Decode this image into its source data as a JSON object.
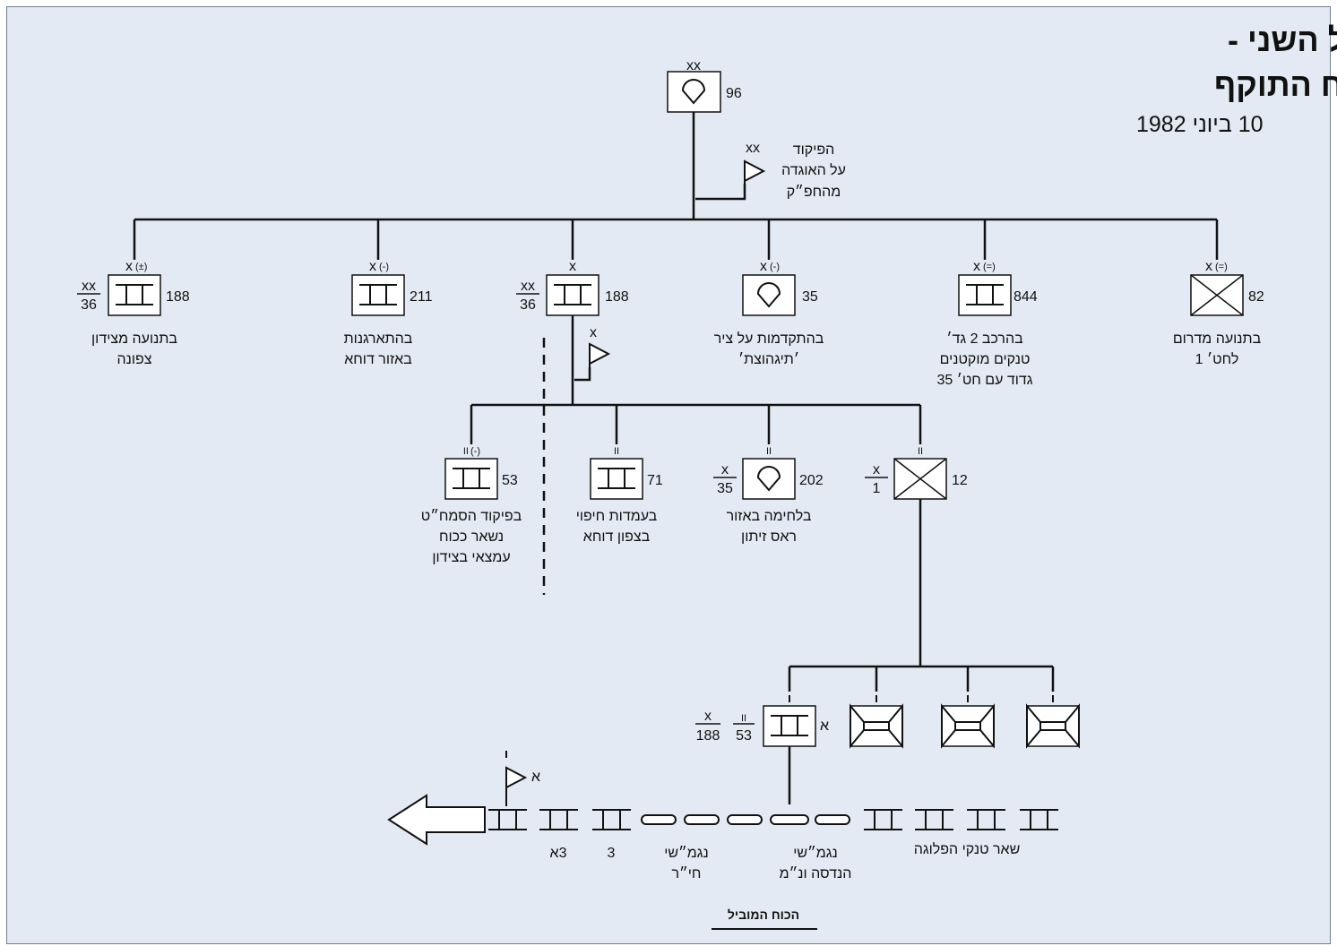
{
  "title": {
    "line1": "קרב כפר סיל השני -",
    "line2": "מבנה הכוח התוקף",
    "date": "10 ביוני 1982"
  },
  "top_unit": {
    "echelon": "xx",
    "number": "96"
  },
  "hq_command": {
    "echelon": "xx",
    "lines": [
      "הפיקוד",
      "על האוגדה",
      "מהחפ״ק"
    ]
  },
  "brigades": [
    {
      "echelon": "x",
      "modifier": "(=)",
      "number": "82",
      "label": [
        "בתנועה מדרום",
        "לחט׳ 1"
      ]
    },
    {
      "echelon": "x",
      "modifier": "(=)",
      "number": "844",
      "label": [
        "בהרכב 2 גד׳",
        "טנקים מוקטנים",
        "גדוד עם חט׳ 35"
      ]
    },
    {
      "echelon": "x",
      "modifier": "(-)",
      "number": "35",
      "label": [
        "בהתקדמות על ציר",
        "׳תיגהוצת׳"
      ]
    },
    {
      "echelon": "x",
      "modifier": "",
      "number": "188",
      "parent_top": "xx",
      "parent_bottom": "36",
      "label": []
    },
    {
      "echelon": "x",
      "modifier": "(-)",
      "number": "211",
      "label": [
        "בהתארגנות",
        "באזור דוחא"
      ]
    },
    {
      "echelon": "x",
      "modifier": "(±)",
      "number": "188",
      "parent_top": "xx",
      "parent_bottom": "36",
      "label": [
        "בתנועה מצידון",
        "צפונה"
      ]
    }
  ],
  "brigade_hq_flag": {
    "echelon": "x"
  },
  "battalions": [
    {
      "echelon": "II",
      "modifier": "",
      "number": "12",
      "parent_top": "x",
      "parent_bottom": "1",
      "label": []
    },
    {
      "echelon": "II",
      "modifier": "",
      "number": "202",
      "parent_top": "x",
      "parent_bottom": "35",
      "label": [
        "בלחימה באזור",
        "ראס זיתון"
      ]
    },
    {
      "echelon": "II",
      "modifier": "",
      "number": "71",
      "label": [
        "בעמדות חיפוי",
        "בצפון דוחא"
      ]
    },
    {
      "echelon": "II",
      "modifier": "(-)",
      "number": "53",
      "label": [
        "בפיקוד הסמח״ט",
        "נשאר ככוח",
        "עמצאי בצידון"
      ]
    }
  ],
  "company": {
    "letter": "א",
    "frac1_top": "x",
    "frac1_bottom": "188",
    "frac2_top": "II",
    "frac2_bottom": "53"
  },
  "column": {
    "flag_letter": "א",
    "labels": {
      "tanks_rest": "שאר טנקי הפלוגה",
      "apc_engineers": [
        "נגמ״שי",
        "הנדסה ונ״מ"
      ],
      "apc_infantry": [
        "נגמ״שי",
        "חי״ר"
      ],
      "tank_3": "3",
      "tank_3a": "3א"
    },
    "footer": "הכוח המוביל"
  },
  "colors": {
    "background": "#e3eaf3",
    "line": "#111111",
    "box": "#ffffff"
  }
}
